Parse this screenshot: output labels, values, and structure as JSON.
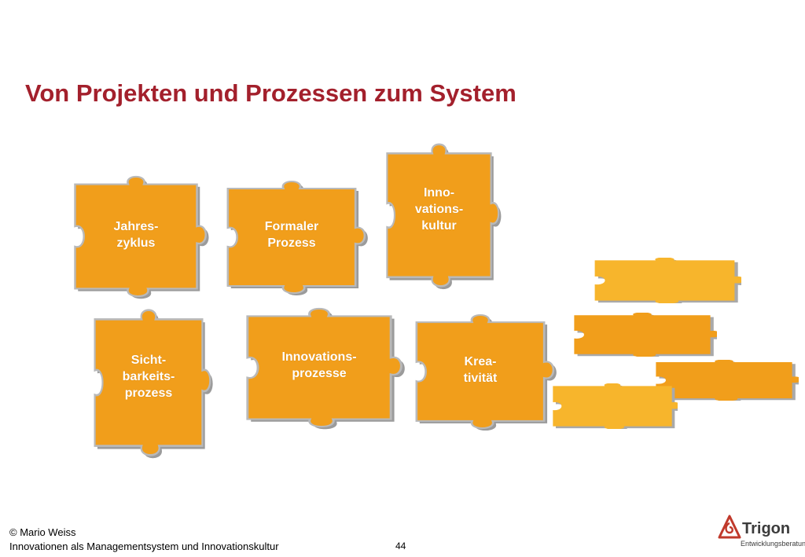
{
  "slide": {
    "title": "Von Projekten und Prozessen zum System"
  },
  "pieces": [
    {
      "id": "jahreszyklus",
      "lines": [
        "Jahres-",
        "zyklus"
      ]
    },
    {
      "id": "formaler-prozess",
      "lines": [
        "Formaler",
        "Prozess"
      ]
    },
    {
      "id": "innovationskultur",
      "lines": [
        "Inno-",
        "vations-",
        "kultur"
      ]
    },
    {
      "id": "sichtbarkeitsprozess",
      "lines": [
        "Sicht-",
        "barkeits-",
        "prozess"
      ]
    },
    {
      "id": "innovationsprozesse",
      "lines": [
        "Innovations-",
        "prozesse"
      ]
    },
    {
      "id": "kreativitaet",
      "lines": [
        "Krea-",
        "tivität"
      ]
    }
  ],
  "footer": {
    "author": "© Mario Weiss",
    "subject": "Innovationen als Managementsystem und Innovationskultur",
    "page_number": "44"
  },
  "logo": {
    "name": "Trigon",
    "tagline": "Entwicklungsberatung"
  },
  "colors": {
    "title": "#a3202c",
    "piece_fill": "#f19e1b",
    "piece_edge": "#8f8f8f",
    "scattered_fill": "#f7b52c",
    "logo_mark": "#c0392b"
  }
}
